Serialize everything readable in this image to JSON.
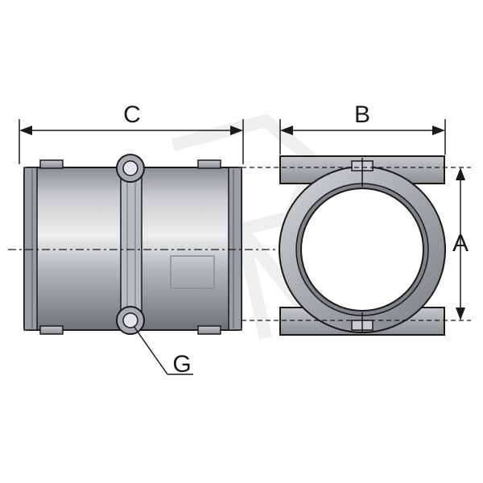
{
  "labels": {
    "c": "C",
    "b": "B",
    "a": "A",
    "g": "G"
  },
  "colors": {
    "line": "#1a1a1a",
    "metal_dark": "#6f7276",
    "metal_mid": "#a9acb0",
    "metal_light": "#dfe1e3",
    "watermark": "#eeeeee"
  }
}
